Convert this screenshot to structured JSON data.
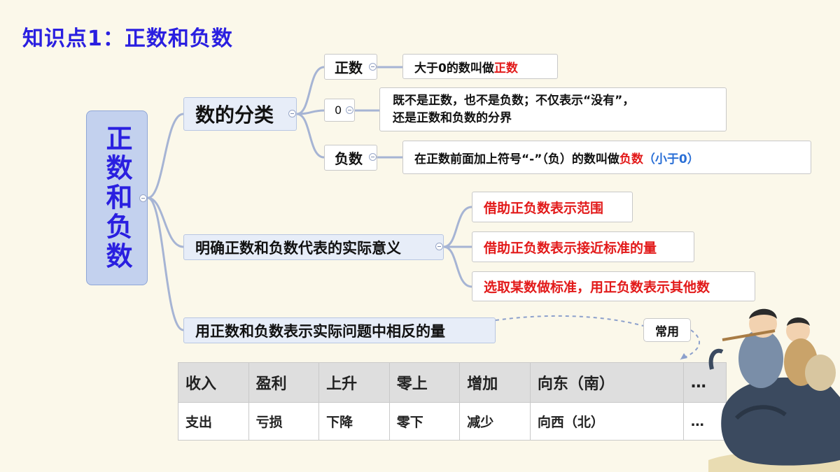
{
  "title": "知识点1：正数和负数",
  "root": "正数和负数",
  "branches": {
    "classification": {
      "label": "数的分类",
      "positive": {
        "label": "正数",
        "desc_prefix": "大于0的数叫做",
        "desc_highlight": "正数"
      },
      "zero": {
        "label": "0",
        "desc_line1": "既不是正数，也不是负数；不仅表示“没有”，",
        "desc_line2": "还是正数和负数的分界"
      },
      "negative": {
        "label": "负数",
        "desc_prefix": "在正数前面加上符号“-”（负）的数叫做",
        "desc_highlight": "负数",
        "desc_note": "（小于0）"
      }
    },
    "meaning": {
      "label": "明确正数和负数代表的实际意义",
      "items": [
        "借助正负数表示范围",
        "借助正负数表示接近标准的量",
        "选取某数做标准，用正负数表示其他数"
      ]
    },
    "opposite": {
      "label": "用正数和负数表示实际问题中相反的量",
      "tag": "常用"
    }
  },
  "opposites_table": {
    "row1": [
      "收入",
      "盈利",
      "上升",
      "零上",
      "增加",
      "向东（南）",
      "…"
    ],
    "row2": [
      "支出",
      "亏损",
      "下降",
      "零下",
      "减少",
      "向西（北）",
      "…"
    ]
  },
  "colors": {
    "title": "#2a1fe0",
    "highlight": "#e21a1a",
    "note": "#2a6fd6",
    "line": "#a6b4d4"
  }
}
